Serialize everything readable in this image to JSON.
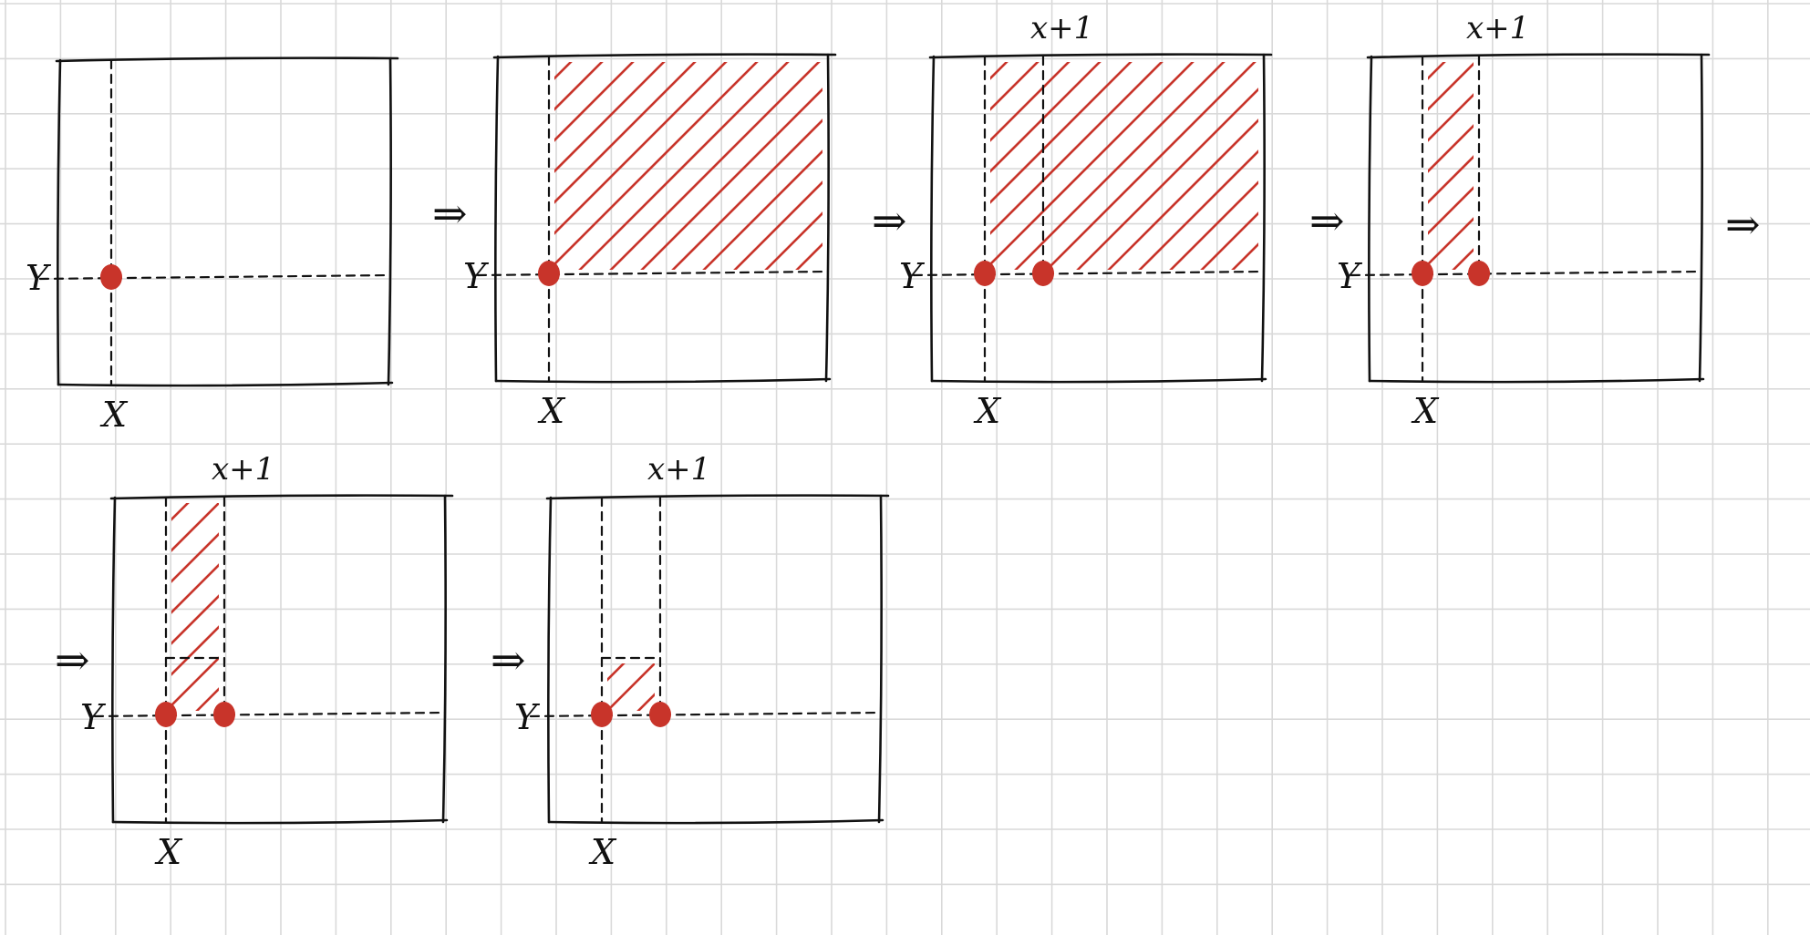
{
  "colors": {
    "paper": "#ffffff",
    "grid": "#d9d9d9",
    "ink": "#111111",
    "highlight": "#c8342a"
  },
  "labels": {
    "x": "X",
    "y": "Y",
    "x_plus_1": "x+1",
    "arrow": "⇒"
  },
  "panels": [
    {
      "id": "p1",
      "title": "",
      "arrow_left": "",
      "arrow_right": "",
      "x_axis": "X",
      "y_axis": "Y",
      "hatch": "none",
      "dots": [
        "x"
      ],
      "horizontal_split": false
    },
    {
      "id": "p2",
      "title": "",
      "arrow_left": "⇒",
      "arrow_right": "",
      "x_axis": "X",
      "y_axis": "Y",
      "hatch": "right-of-x-above-y",
      "dots": [
        "x"
      ],
      "horizontal_split": false
    },
    {
      "id": "p3",
      "title": "x+1",
      "arrow_left": "⇒",
      "arrow_right": "",
      "x_axis": "X",
      "y_axis": "Y",
      "hatch": "right-of-x-above-y",
      "dots": [
        "x",
        "x+1"
      ],
      "horizontal_split": false
    },
    {
      "id": "p4",
      "title": "x+1",
      "arrow_left": "⇒",
      "arrow_right": "⇒",
      "x_axis": "X",
      "y_axis": "Y",
      "hatch": "column-x-to-x1-above-y",
      "dots": [
        "x",
        "x+1"
      ],
      "horizontal_split": false
    },
    {
      "id": "p5",
      "title": "x+1",
      "arrow_left": "⇒",
      "arrow_right": "",
      "x_axis": "X",
      "y_axis": "Y",
      "hatch": "column-x-to-x1-above-y",
      "dots": [
        "x",
        "x+1"
      ],
      "horizontal_split": true
    },
    {
      "id": "p6",
      "title": "x+1",
      "arrow_left": "⇒",
      "arrow_right": "",
      "x_axis": "X",
      "y_axis": "Y",
      "hatch": "column-small-below-split",
      "dots": [
        "x",
        "x+1"
      ],
      "horizontal_split": true
    }
  ]
}
